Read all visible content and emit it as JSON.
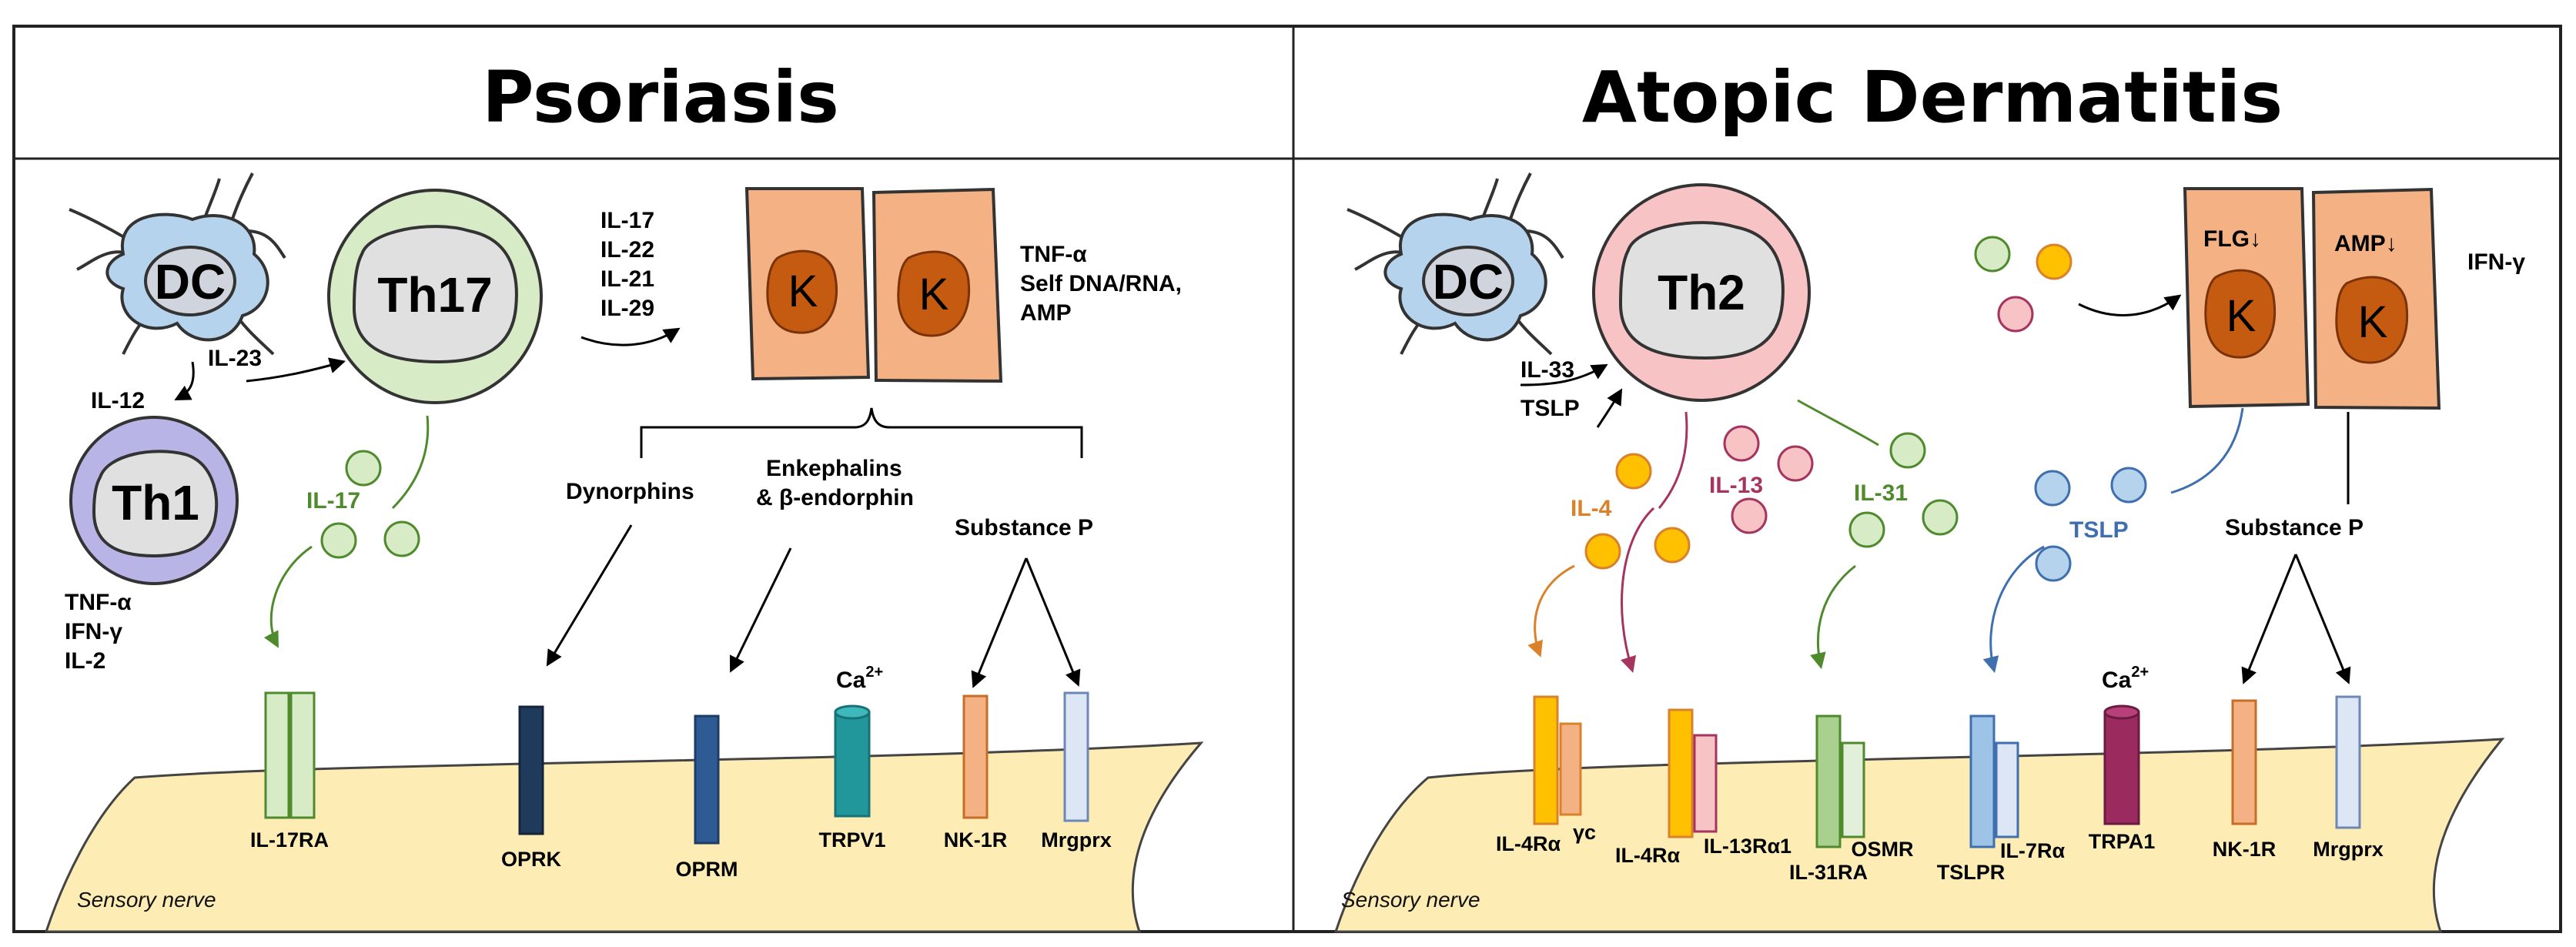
{
  "psoriasis": {
    "title": "Psoriasis",
    "dc": "DC",
    "th17": "Th17",
    "th1": "Th1",
    "il23": "IL-23",
    "il12": "IL-12",
    "th17_cytokines": [
      "IL-17",
      "IL-22",
      "IL-21",
      "IL-29"
    ],
    "keratinocyte": "K",
    "k_products": [
      "TNF-α",
      "Self DNA/RNA,",
      "AMP"
    ],
    "th1_cytokines": [
      "TNF-α",
      "IFN-γ",
      "IL-2"
    ],
    "il17": "IL-17",
    "dynorphins": "Dynorphins",
    "enkephalins": [
      "Enkephalins",
      "& β-endorphin"
    ],
    "substance_p": "Substance P",
    "ca": "Ca",
    "ca_sup": "2+",
    "receptors": [
      "IL-17RA",
      "OPRK",
      "OPRM",
      "TRPV1",
      "NK-1R",
      "Mrgprx"
    ],
    "nerve": "Sensory nerve"
  },
  "atopic": {
    "title": "Atopic Dermatitis",
    "dc": "DC",
    "th2": "Th2",
    "il33": "IL-33",
    "tslp_dc": "TSLP",
    "il4": "IL-4",
    "il13": "IL-13",
    "il31": "IL-31",
    "tslp": "TSLP",
    "flg": "FLG↓",
    "amp": "AMP↓",
    "ifng": "IFN-γ",
    "keratinocyte": "K",
    "substance_p": "Substance P",
    "ca": "Ca",
    "ca_sup": "2+",
    "receptors": [
      "IL-4Rα",
      "γc",
      "IL-4Rα",
      "IL-13Rα1",
      "IL-31RA",
      "OSMR",
      "TSLPR",
      "IL-7Rα",
      "TRPA1",
      "NK-1R",
      "Mrgprx"
    ],
    "nerve": "Sensory nerve"
  },
  "colors": {
    "dc": "#b5d3ec",
    "th17": "#d6ebc6",
    "th1": "#b9b4e6",
    "th2": "#f8c3c4",
    "core": "#d9d9d9",
    "keratinocyte": "#f4b183",
    "nucleus": "#c55a11",
    "nerve": "#fdecb4",
    "il17": "#4f8a2d",
    "il4": "#d9822b",
    "il13": "#a5355f",
    "il31": "#4f8a2d",
    "tslp": "#3f6fae"
  }
}
